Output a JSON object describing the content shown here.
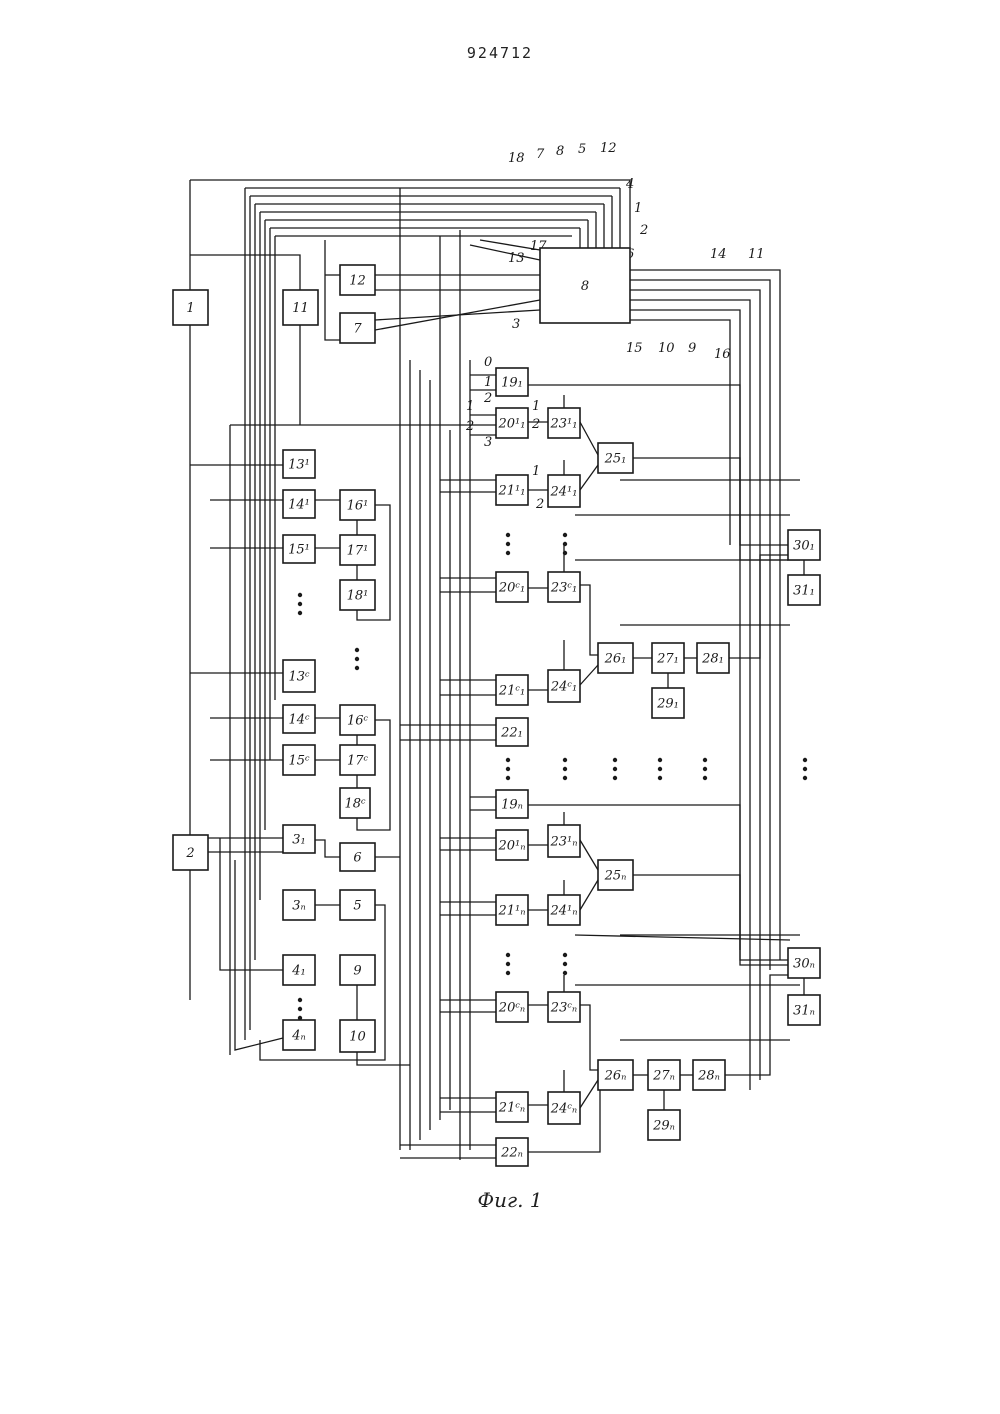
{
  "document": {
    "number": "924712",
    "caption": "Фиг. 1"
  },
  "blocks": [
    {
      "id": "1",
      "label": "1"
    },
    {
      "id": "2",
      "label": "2"
    },
    {
      "id": "3_1",
      "label": "3₁"
    },
    {
      "id": "3_n",
      "label": "3ₙ"
    },
    {
      "id": "4_1",
      "label": "4₁"
    },
    {
      "id": "4_n",
      "label": "4ₙ"
    },
    {
      "id": "5",
      "label": "5"
    },
    {
      "id": "6",
      "label": "6"
    },
    {
      "id": "7",
      "label": "7"
    },
    {
      "id": "8",
      "label": "8"
    },
    {
      "id": "9",
      "label": "9"
    },
    {
      "id": "10",
      "label": "10"
    },
    {
      "id": "11",
      "label": "11"
    },
    {
      "id": "12",
      "label": "12"
    },
    {
      "id": "13_1",
      "label": "13¹"
    },
    {
      "id": "14_1",
      "label": "14¹"
    },
    {
      "id": "15_1",
      "label": "15¹"
    },
    {
      "id": "16_1",
      "label": "16¹"
    },
    {
      "id": "17_1",
      "label": "17¹"
    },
    {
      "id": "18_1",
      "label": "18¹"
    },
    {
      "id": "13_c",
      "label": "13ᶜ"
    },
    {
      "id": "14_c",
      "label": "14ᶜ"
    },
    {
      "id": "15_c",
      "label": "15ᶜ"
    },
    {
      "id": "16_c",
      "label": "16ᶜ"
    },
    {
      "id": "17_c",
      "label": "17ᶜ"
    },
    {
      "id": "18_c",
      "label": "18ᶜ"
    },
    {
      "id": "19_1",
      "label": "19₁"
    },
    {
      "id": "20_1_1",
      "label": "20¹₁"
    },
    {
      "id": "21_1_1",
      "label": "21¹₁"
    },
    {
      "id": "20_c_1",
      "label": "20ᶜ₁"
    },
    {
      "id": "21_c_1",
      "label": "21ᶜ₁"
    },
    {
      "id": "22_1",
      "label": "22₁"
    },
    {
      "id": "23_1_1",
      "label": "23¹₁"
    },
    {
      "id": "24_1_1",
      "label": "24¹₁"
    },
    {
      "id": "23_c_1",
      "label": "23ᶜ₁"
    },
    {
      "id": "24_c_1",
      "label": "24ᶜ₁"
    },
    {
      "id": "25_1",
      "label": "25₁"
    },
    {
      "id": "26_1",
      "label": "26₁"
    },
    {
      "id": "27_1",
      "label": "27₁"
    },
    {
      "id": "28_1",
      "label": "28₁"
    },
    {
      "id": "29_1",
      "label": "29₁"
    },
    {
      "id": "30_1",
      "label": "30₁"
    },
    {
      "id": "31_1",
      "label": "31₁"
    },
    {
      "id": "19_n",
      "label": "19ₙ"
    },
    {
      "id": "20_1_n",
      "label": "20¹ₙ"
    },
    {
      "id": "21_1_n",
      "label": "21¹ₙ"
    },
    {
      "id": "20_c_n",
      "label": "20ᶜₙ"
    },
    {
      "id": "21_c_n",
      "label": "21ᶜₙ"
    },
    {
      "id": "22_n",
      "label": "22ₙ"
    },
    {
      "id": "23_1_n",
      "label": "23¹ₙ"
    },
    {
      "id": "24_1_n",
      "label": "24¹ₙ"
    },
    {
      "id": "23_c_n",
      "label": "23ᶜₙ"
    },
    {
      "id": "24_c_n",
      "label": "24ᶜₙ"
    },
    {
      "id": "25_n",
      "label": "25ₙ"
    },
    {
      "id": "26_n",
      "label": "26ₙ"
    },
    {
      "id": "27_n",
      "label": "27ₙ"
    },
    {
      "id": "28_n",
      "label": "28ₙ"
    },
    {
      "id": "29_n",
      "label": "29ₙ"
    },
    {
      "id": "30_n",
      "label": "30ₙ"
    },
    {
      "id": "31_n",
      "label": "31ₙ"
    }
  ],
  "bus_labels": {
    "top": [
      "18",
      "7",
      "8",
      "5",
      "12",
      "4",
      "1",
      "2",
      "6",
      "17",
      "13",
      "3"
    ],
    "right": [
      "14",
      "11",
      "15",
      "10",
      "9",
      "16"
    ],
    "inputs": [
      "0",
      "1",
      "2",
      "3",
      "1",
      "2",
      "1",
      "2",
      "1",
      "2"
    ]
  }
}
